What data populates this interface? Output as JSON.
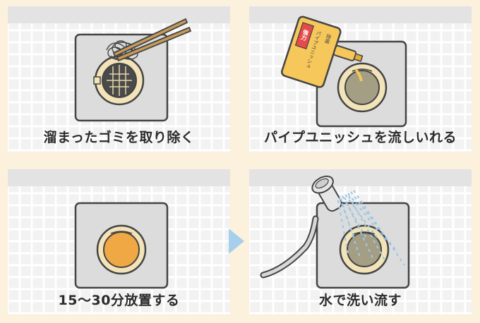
{
  "steps": [
    {
      "caption": "溜まったゴミを取り除く",
      "illustration": "drain-with-hair-and-chopsticks-icon"
    },
    {
      "caption": "パイプユニッシュを流しいれる",
      "illustration": "pouring-cleaner-bottle-icon"
    },
    {
      "caption": "15〜30分放置する",
      "illustration": "drain-soaking-icon"
    },
    {
      "caption": "水で洗い流す",
      "illustration": "shower-rinse-icon"
    }
  ],
  "bottle": {
    "badge": "強力",
    "label": "パイプユニッシュ",
    "sub": "除菌"
  },
  "colors": {
    "background": "#fbf1dc",
    "tile": "#f0f0f0",
    "drain_plate": "#dcdcdc",
    "drain_ring": "#f3e3b8",
    "bottle": "#f6c75a",
    "badge": "#e64a4a",
    "water": "#9ec7e4",
    "arrow": "#a7cfec"
  }
}
